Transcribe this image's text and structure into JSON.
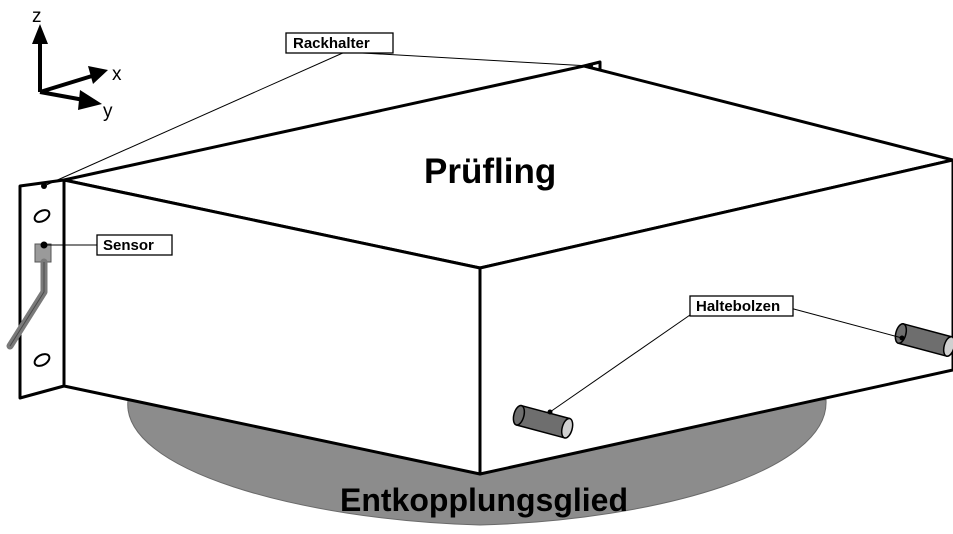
{
  "axes": {
    "z": "z",
    "x": "x",
    "y": "y"
  },
  "labels": {
    "rackhalter": "Rackhalter",
    "sensor": "Sensor",
    "haltebolzen": "Haltebolzen",
    "pruefling": "Prüfling",
    "entkopplungsglied": "Entkopplungsglied"
  },
  "colors": {
    "line": "#000000",
    "background": "#ffffff",
    "decoupler": "#8c8c8c",
    "bolt": "#6e6e6e",
    "sensor_cable": "#7a7a7a"
  }
}
